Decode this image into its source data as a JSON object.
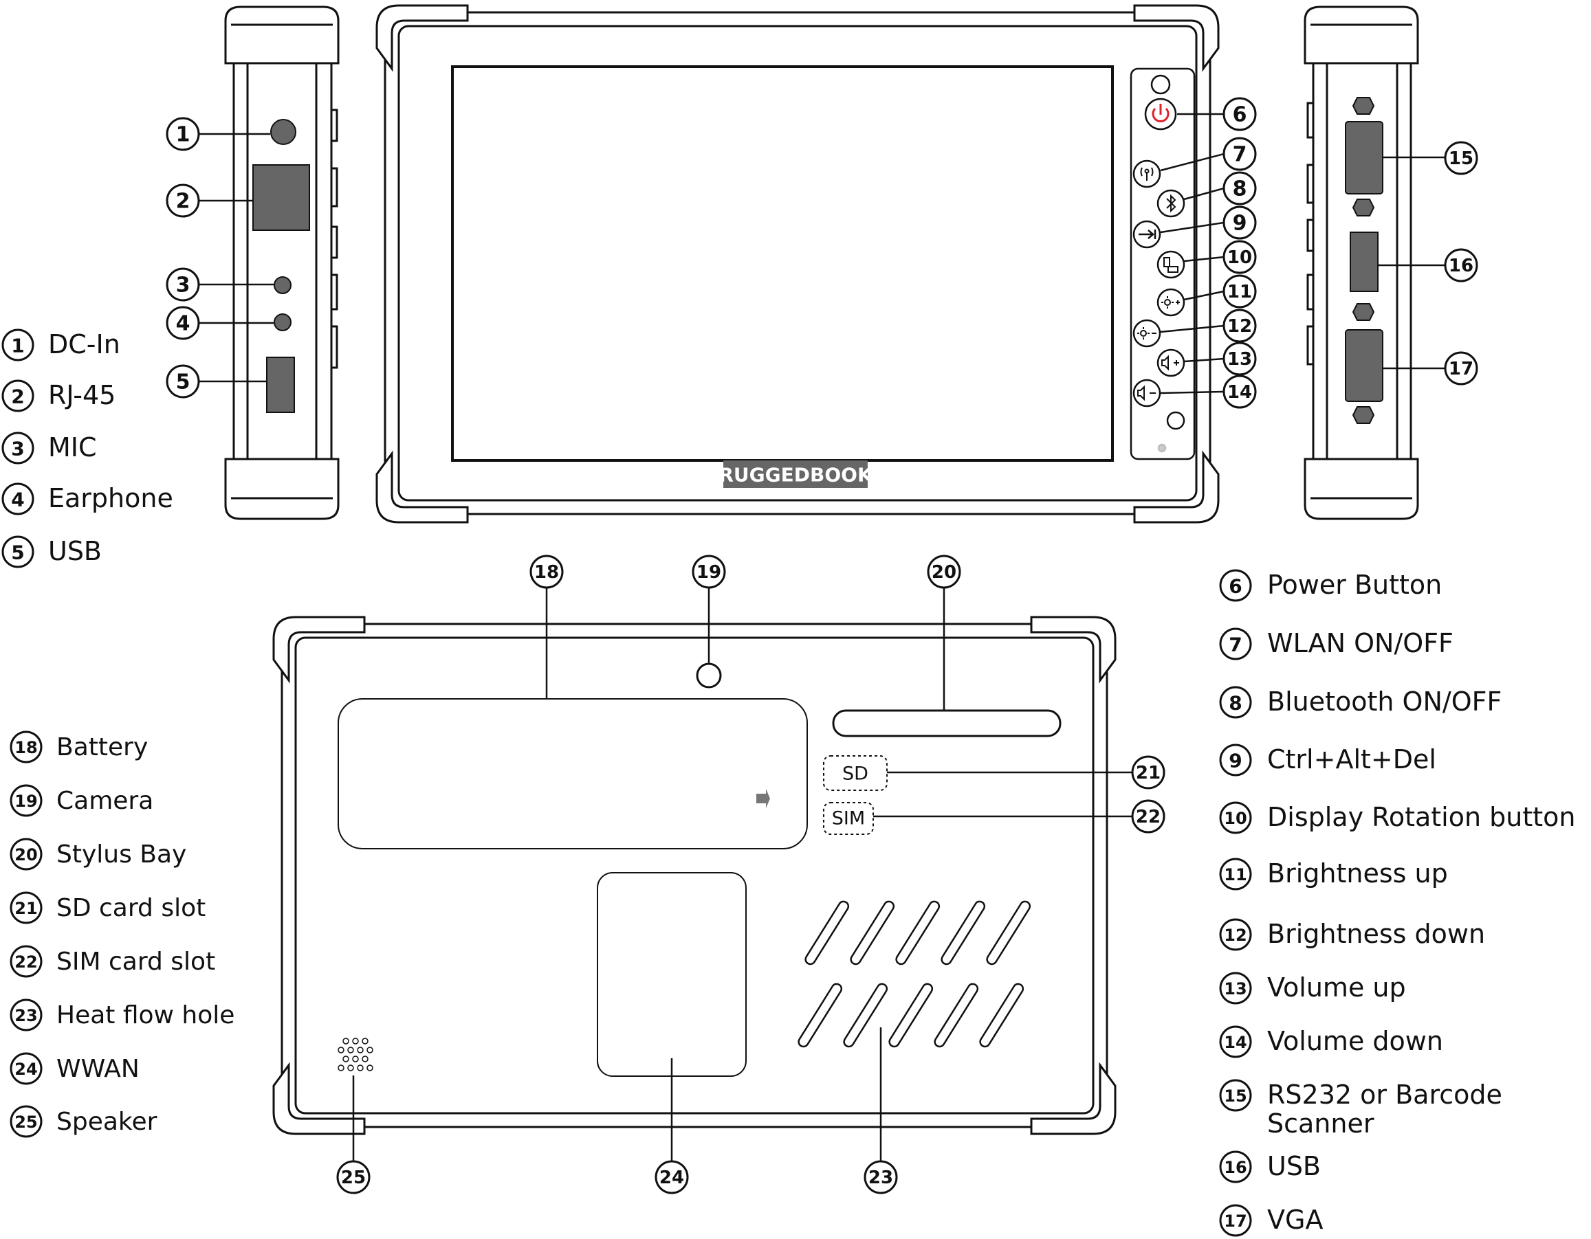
{
  "brand": "RUGGEDBOOK",
  "slot_labels": {
    "sd": "SD",
    "sim": "SIM"
  },
  "colors": {
    "line": "#111111",
    "gray": "#666666",
    "power": "#e0202a",
    "arrow": "#777777"
  },
  "icons": {
    "6": "power-icon",
    "7": "wlan-icon",
    "8": "bluetooth-icon",
    "9": "ctrl-alt-del-icon",
    "10": "display-rotation-icon",
    "11": "brightness-up-icon",
    "12": "brightness-down-icon",
    "13": "volume-up-icon",
    "14": "volume-down-icon"
  },
  "legend_left_top": [
    {
      "num": "1",
      "label": "DC-In"
    },
    {
      "num": "2",
      "label": "RJ-45"
    },
    {
      "num": "3",
      "label": "MIC"
    },
    {
      "num": "4",
      "label": "Earphone"
    },
    {
      "num": "5",
      "label": "USB"
    }
  ],
  "legend_left_bottom": [
    {
      "num": "18",
      "label": "Battery"
    },
    {
      "num": "19",
      "label": "Camera"
    },
    {
      "num": "20",
      "label": "Stylus Bay"
    },
    {
      "num": "21",
      "label": "SD card slot"
    },
    {
      "num": "22",
      "label": "SIM card slot"
    },
    {
      "num": "23",
      "label": "Heat flow hole"
    },
    {
      "num": "24",
      "label": "WWAN"
    },
    {
      "num": "25",
      "label": "Speaker"
    }
  ],
  "legend_right": [
    {
      "num": "6",
      "label": "Power Button"
    },
    {
      "num": "7",
      "label": "WLAN ON/OFF"
    },
    {
      "num": "8",
      "label": "Bluetooth ON/OFF"
    },
    {
      "num": "9",
      "label": "Ctrl+Alt+Del"
    },
    {
      "num": "10",
      "label": "Display Rotation button"
    },
    {
      "num": "11",
      "label": "Brightness up"
    },
    {
      "num": "12",
      "label": "Brightness down"
    },
    {
      "num": "13",
      "label": "Volume up"
    },
    {
      "num": "14",
      "label": "Volume down"
    },
    {
      "num": "15",
      "label": "RS232 or Barcode",
      "label2": "Scanner"
    },
    {
      "num": "16",
      "label": "USB"
    },
    {
      "num": "17",
      "label": "VGA"
    }
  ],
  "callouts": {
    "1": "1",
    "2": "2",
    "3": "3",
    "4": "4",
    "5": "5",
    "6": "6",
    "7": "7",
    "8": "8",
    "9": "9",
    "10": "10",
    "11": "11",
    "12": "12",
    "13": "13",
    "14": "14",
    "15": "15",
    "16": "16",
    "17": "17",
    "18": "18",
    "19": "19",
    "20": "20",
    "21": "21",
    "22": "22",
    "23": "23",
    "24": "24",
    "25": "25"
  }
}
